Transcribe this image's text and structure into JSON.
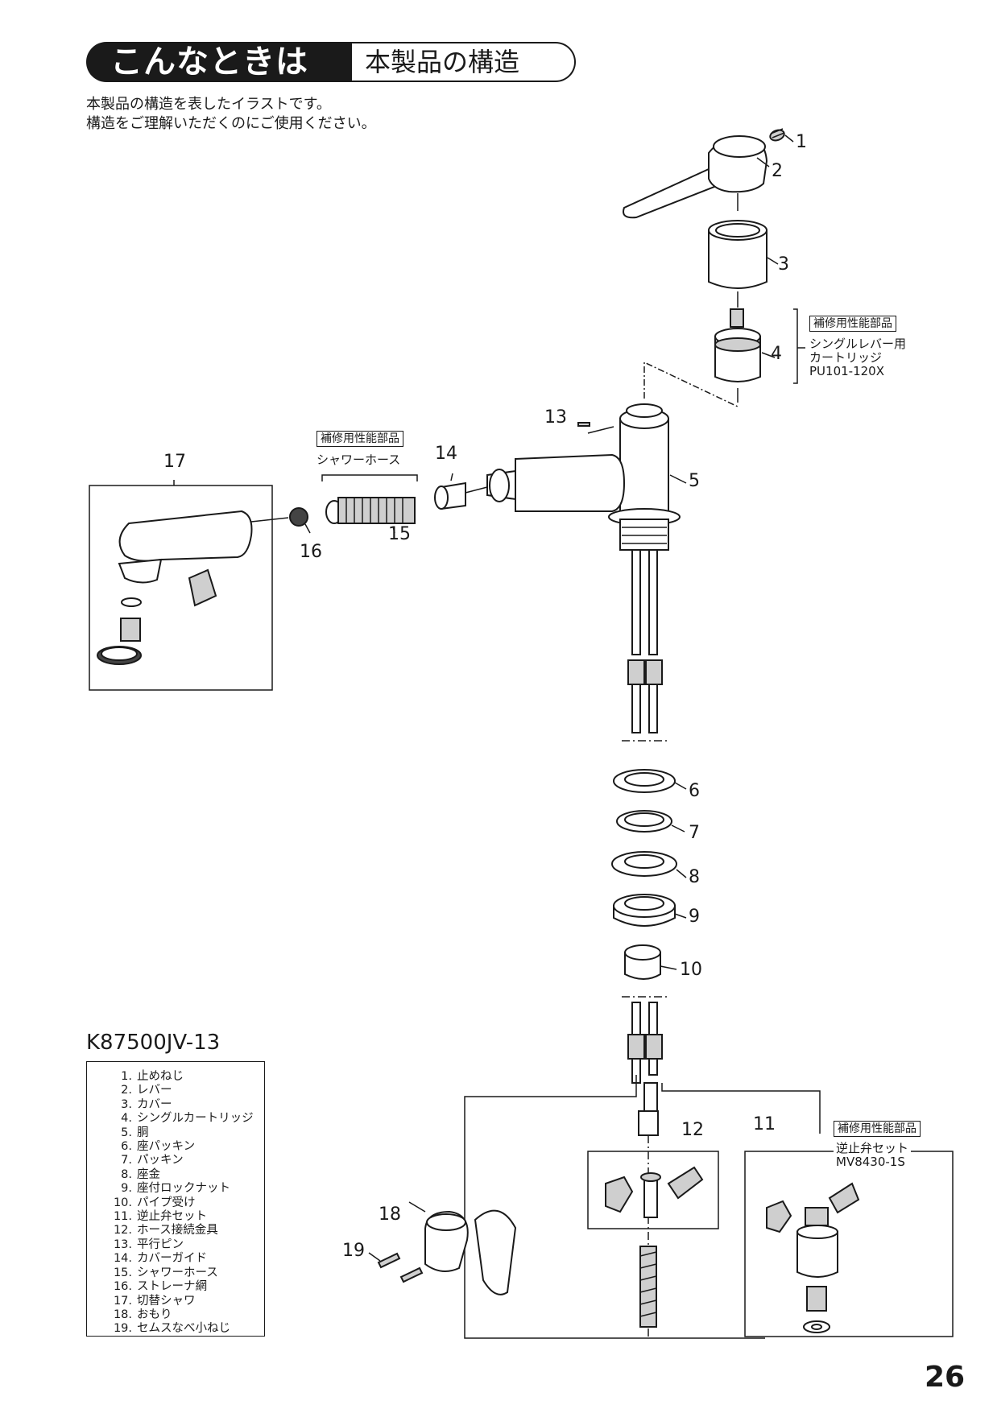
{
  "header": {
    "black": "こんなときは",
    "white": "本製品の構造"
  },
  "intro": {
    "line1": "本製品の構造を表したイラストです。",
    "line2": "構造をご理解いただくのにご使用ください。"
  },
  "callouts": {
    "n1": "1",
    "n2": "2",
    "n3": "3",
    "n4": "4",
    "n5": "5",
    "n6": "6",
    "n7": "7",
    "n8": "8",
    "n9": "9",
    "n10": "10",
    "n11": "11",
    "n12": "12",
    "n13": "13",
    "n14": "14",
    "n15": "15",
    "n16": "16",
    "n17": "17",
    "n18": "18",
    "n19": "19"
  },
  "repair_label": "補修用性能部品",
  "cartridge_note": {
    "line1": "シングルレバー用",
    "line2": "カートリッジ",
    "line3": "PU101-120X"
  },
  "hose_note": "シャワーホース",
  "valve_note": {
    "line1": "逆止弁セット",
    "line2": "MV8430-1S"
  },
  "model": "K87500JV-13",
  "parts": [
    {
      "num": "1.",
      "name": "止めねじ"
    },
    {
      "num": "2.",
      "name": "レバー"
    },
    {
      "num": "3.",
      "name": "カバー"
    },
    {
      "num": "4.",
      "name": "シングルカートリッジ"
    },
    {
      "num": "5.",
      "name": "胴"
    },
    {
      "num": "6.",
      "name": "座パッキン"
    },
    {
      "num": "7.",
      "name": "パッキン"
    },
    {
      "num": "8.",
      "name": "座金"
    },
    {
      "num": "9.",
      "name": "座付ロックナット"
    },
    {
      "num": "10.",
      "name": "パイプ受け"
    },
    {
      "num": "11.",
      "name": "逆止弁セット"
    },
    {
      "num": "12.",
      "name": "ホース接続金具"
    },
    {
      "num": "13.",
      "name": "平行ピン"
    },
    {
      "num": "14.",
      "name": "カバーガイド"
    },
    {
      "num": "15.",
      "name": "シャワーホース"
    },
    {
      "num": "16.",
      "name": "ストレーナ網"
    },
    {
      "num": "17.",
      "name": "切替シャワ"
    },
    {
      "num": "18.",
      "name": "おもり"
    },
    {
      "num": "19.",
      "name": "セムスなべ小ねじ"
    }
  ],
  "page_number": "26"
}
